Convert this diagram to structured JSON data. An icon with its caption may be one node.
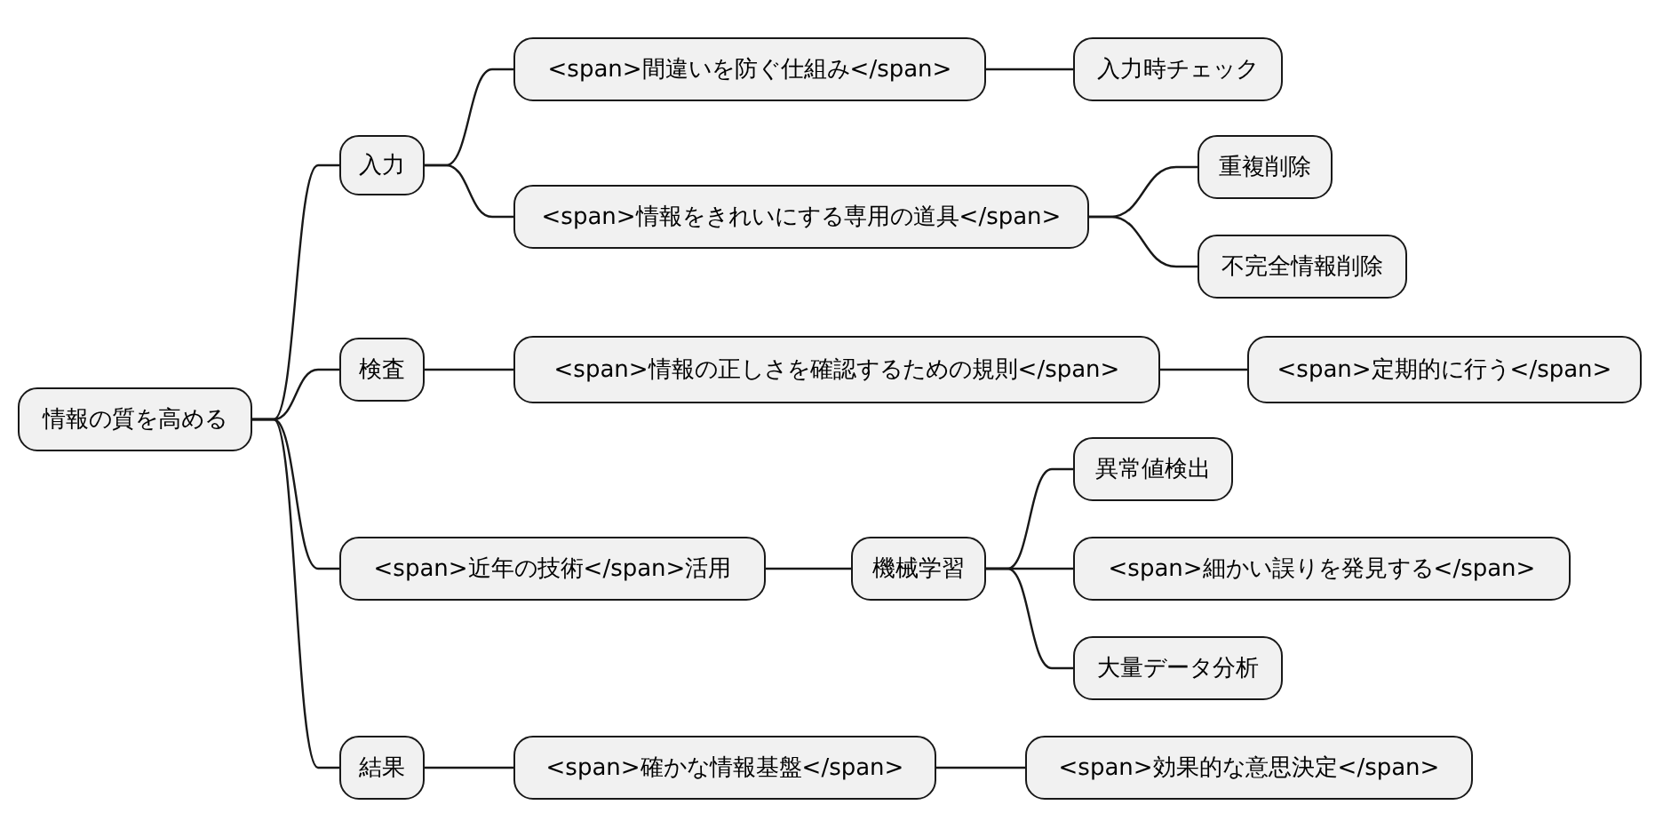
{
  "diagram": {
    "nodes": [
      {
        "text": [
          "情報の質を高める"
        ]
      },
      {
        "text": [
          "入力"
        ]
      },
      {
        "text": [
          "<span>間違いを防ぐ仕組み</span>"
        ]
      },
      {
        "text": [
          "入力時チェック"
        ]
      },
      {
        "text": [
          "<span>情報をきれいにする専用の道具</span>"
        ]
      },
      {
        "text": [
          "重複削除"
        ]
      },
      {
        "text": [
          "不完全情報削除"
        ]
      },
      {
        "text": [
          "検査"
        ]
      },
      {
        "text": [
          "<span>情報の正しさを確認するための規則</span>"
        ]
      },
      {
        "text": [
          "<span>定期的に行う</span>"
        ]
      },
      {
        "text": [
          "<span>近年の技術</span>活用"
        ]
      },
      {
        "text": [
          "機械学習"
        ]
      },
      {
        "text": [
          "異常値検出"
        ]
      },
      {
        "text": [
          "<span>細かい誤りを発見する</span>"
        ]
      },
      {
        "text": [
          "大量データ分析"
        ]
      },
      {
        "text": [
          "結果"
        ]
      },
      {
        "text": [
          "<span>確かな情報基盤</span>"
        ]
      },
      {
        "text": [
          "<span>効果的な意思決定</span>"
        ]
      }
    ],
    "edges": [
      {
        "from": 0,
        "to": 1,
        "arrow": "none"
      },
      {
        "from": 1,
        "to": 2,
        "arrow": "none"
      },
      {
        "from": 2,
        "to": 3,
        "arrow": "none"
      },
      {
        "from": 1,
        "to": 4,
        "arrow": "none"
      },
      {
        "from": 4,
        "to": 5,
        "arrow": "none"
      },
      {
        "from": 4,
        "to": 6,
        "arrow": "none"
      },
      {
        "from": 0,
        "to": 7,
        "arrow": "none"
      },
      {
        "from": 7,
        "to": 8,
        "arrow": "none"
      },
      {
        "from": 8,
        "to": 9,
        "arrow": "none"
      },
      {
        "from": 0,
        "to": 10,
        "arrow": "none"
      },
      {
        "from": 10,
        "to": 11,
        "arrow": "none"
      },
      {
        "from": 11,
        "to": 12,
        "arrow": "none"
      },
      {
        "from": 11,
        "to": 13,
        "arrow": "none"
      },
      {
        "from": 11,
        "to": 14,
        "arrow": "none"
      },
      {
        "from": 0,
        "to": 15,
        "arrow": "none"
      },
      {
        "from": 15,
        "to": 16,
        "arrow": "none"
      },
      {
        "from": 16,
        "to": 17,
        "arrow": "none"
      }
    ]
  }
}
